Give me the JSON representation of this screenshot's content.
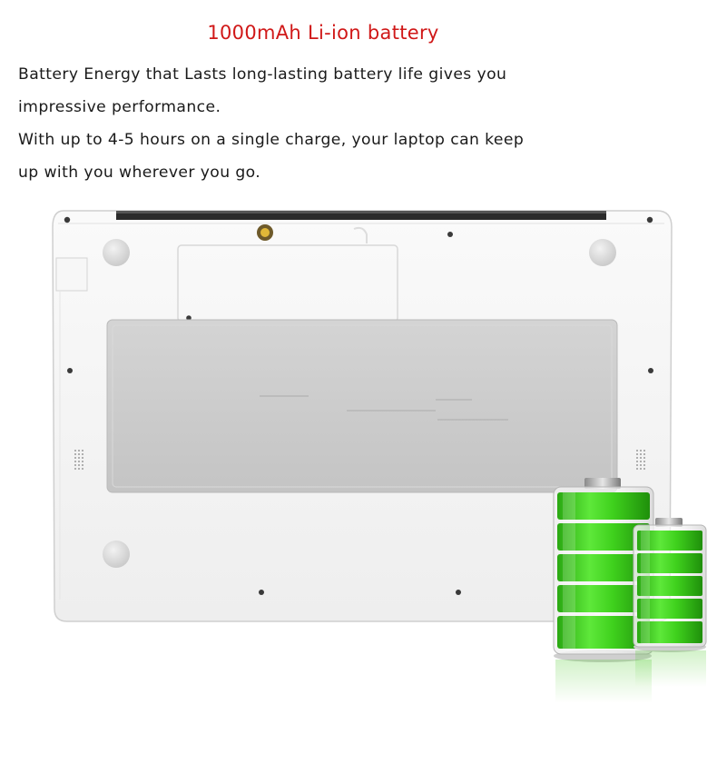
{
  "headline": "1000mAh Li-ion battery",
  "description": {
    "line1": "Battery Energy that Lasts long-lasting battery life gives you",
    "line2": "impressive performance.",
    "line3": "With up to 4-5 hours on a single charge, your laptop can keep",
    "line4": "up with you wherever you go."
  },
  "colors": {
    "headline": "#d01818",
    "battery_green": "#3fd11d",
    "laptop_shell": "#f4f4f4",
    "battery_pack": "#c9c9c9"
  }
}
